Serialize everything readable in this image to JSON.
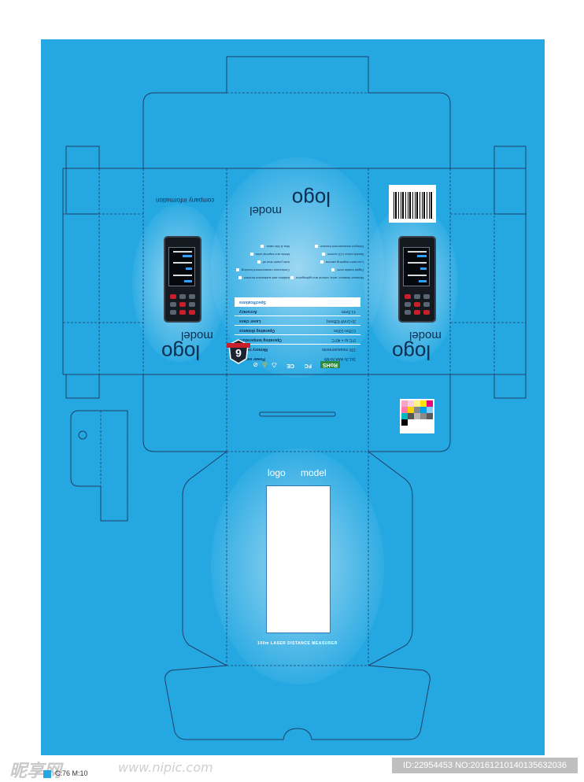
{
  "colors": {
    "sheet": "#25a8e2",
    "ink": "#0c2f52",
    "dieline": "#1d3f66"
  },
  "side_left": {
    "logo": "logo",
    "model": "model",
    "company": "company information"
  },
  "side_right": {
    "logo": "logo",
    "model": "model"
  },
  "top_panel": {
    "logo": "logo",
    "model": "model",
    "certifications": [
      "RoHS",
      "FC",
      "CE"
    ],
    "spec_header": "Specifications",
    "specs": [
      {
        "key": "Accuracy",
        "value": "±1.5mm"
      },
      {
        "key": "Laser class",
        "value": "2(<1mW 635nm)"
      },
      {
        "key": "Operating distance",
        "value": "0.05m-100m"
      },
      {
        "key": "Operating temperature",
        "value": "0°C to + 40°C"
      },
      {
        "key": "Memory record",
        "value": "100 measurements"
      },
      {
        "key": "Power source",
        "value": "3x1.2v AAA Ni-Mh"
      }
    ],
    "features": [
      "Measure distance, area, volume and pythagorea",
      "Addition and subtraction function",
      "Digital bubble level",
      "Continuous measurement tracking",
      "Low laser targeting camera",
      "Auto power shut off",
      "Backlit colour LCD screen",
      "Metric and imperial units",
      "Delayed measurement function",
      "Max & Min value"
    ],
    "badge_number": "6"
  },
  "front_panel": {
    "logo": "logo",
    "model": "model",
    "tagline": "100m LASER DISTANCE MEASURER"
  },
  "footer": {
    "site_mark": "昵享网",
    "site_url": "www.nipic.com",
    "id_text": "ID:22954453 NO:20161210140135632036",
    "color_label": "C:76  M:10"
  }
}
